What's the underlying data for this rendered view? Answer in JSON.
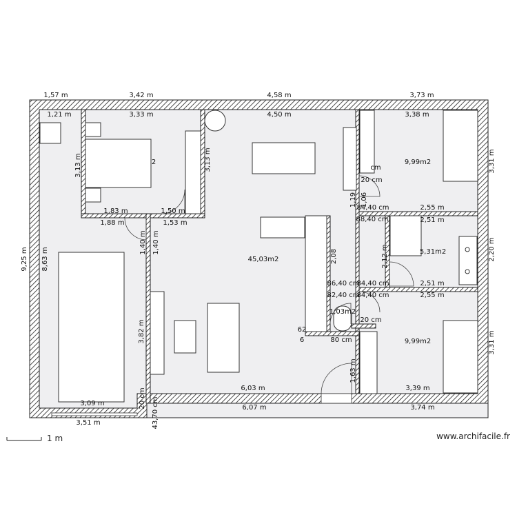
{
  "site_credit": "www.archifacile.fr",
  "scale_label": "1 m",
  "exterior_dims": {
    "top": [
      "1,57 m",
      "3,42 m",
      "4,58 m",
      "3,73 m"
    ],
    "bottom": [
      "3,51 m",
      "43,70 cm",
      "6,07 m",
      "3,74 m"
    ],
    "left": "9,25 m"
  },
  "interior_dims": {
    "garage_top": "1,21 m",
    "bed1_top": "3,33 m",
    "living_top": "4,50 m",
    "bed2_top": "3,38 m",
    "bed1_left": "3,13 m",
    "bed1_right": "3,13 m",
    "bed1_bottom_a": "1,83 m",
    "bed1_bottom_b": "1,50 m",
    "hall_a": "1,88 m",
    "hall_b": "1,53 m",
    "hall_v1": "1,40 m",
    "hall_v2": "1,40 m",
    "garage_height": "8,63 m",
    "garage_bottom": "3,09 m",
    "garage_door_gap": "20 cm",
    "living_wall": "3,82 m",
    "living_bottom": "6,03 m",
    "bed2_right": "3,31 m",
    "bath_right": "2,20 m",
    "bed3_right": "3,31 m",
    "bath_top": "2,55 m",
    "bath_top_inner": "2,51 m",
    "bath_bottom_inner": "2,51 m",
    "bath_bottom": "2,55 m",
    "bath_left": "2,12 m",
    "bath_door_a": "84,40 cm",
    "bath_door_b": "88,40 cm",
    "bath_door_c": "84,40 cm",
    "bath_door_d": "84,40 cm",
    "corr_a": "1,19",
    "corr_b": "20 cm",
    "corr_c": "1,06",
    "corr_d": "2,08",
    "corr_e": "86,40 cm",
    "corr_f": "82,40 cm",
    "corr_g": "20 cm",
    "corr_h": "1,63 m",
    "bed3_bottom": "3,39 m",
    "wc_a": "62",
    "wc_b": "6",
    "wc_c": "80 cm",
    "closet_label": "cm"
  },
  "rooms": {
    "bed1": "2",
    "living": "45,03m2",
    "bed2": "9,99m2",
    "bath": "5,31m2",
    "bed3": "9,99m2",
    "wc": "1,03m2"
  }
}
